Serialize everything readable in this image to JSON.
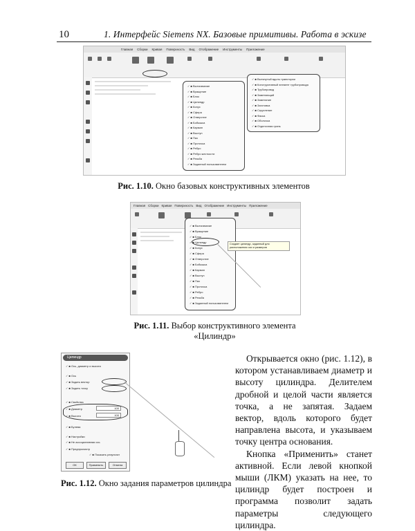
{
  "header": {
    "page_number": "10",
    "running_title": "1. Интерфейс Siemens NX. Базовые примитивы. Работа в эскизе"
  },
  "figures": [
    {
      "id": "fig110",
      "caption_number": "Рис. 1.10.",
      "caption_text": "Окно базовых конструктивных элементов",
      "tabs": [
        "Главная",
        "Сборки",
        "Кривая",
        "Поверхность",
        "Вид",
        "Отображение",
        "Инструменты",
        "Приложение"
      ],
      "menu_left": [
        "Вытягивание",
        "Вращение",
        "Блок",
        "Цилиндр",
        "Конус",
        "Сфера",
        "Отверстие",
        "Бобышка",
        "Карман",
        "Выступ",
        "Паз",
        "Проточка",
        "Ребро",
        "Ребро жесткости",
        "Резьба",
        "Заданный пользователем"
      ],
      "menu_right": [
        "Вытянутый вдоль траектории",
        "Конструктивный элемент трубопровода",
        "Трубопровод",
        "Заметающий",
        "Заметание",
        "Заготовка",
        "Скругление",
        "Фаска",
        "Оболочка",
        "Отделочная грань"
      ]
    },
    {
      "id": "fig111",
      "caption_number": "Рис. 1.11.",
      "caption_text": "Выбор конструктивного элемента",
      "caption_line2": "«Цилиндр»",
      "tabs": [
        "Главная",
        "Сборки",
        "Кривая",
        "Поверхность",
        "Вид",
        "Отображение",
        "Инструменты",
        "Приложение"
      ],
      "menu": [
        "Вытягивание",
        "Вращение",
        "Блок",
        "Цилиндр",
        "Конус",
        "Сфера",
        "Отверстие",
        "Бобышка",
        "Карман",
        "Выступ",
        "Паз",
        "Проточка",
        "Ребро",
        "Резьба",
        "Заданный пользователем"
      ],
      "tooltip": "Создает цилиндр, заданный для расположения оси и размеров"
    },
    {
      "id": "fig112",
      "caption_number": "Рис. 1.12.",
      "caption_text": "Окно задания параметров цилиндра",
      "dialog_title": "Цилиндр",
      "dialog_rows": [
        "Ось, диаметр и высота",
        "Ось",
        "Задать вектор",
        "Задать точку",
        "Свойства",
        "Диаметр",
        "Высота",
        "Булева",
        "Настройки",
        "Не ассоциативная ось",
        "Предпросмотр",
        "Показать результат"
      ],
      "dialog_values": [
        "100",
        "100"
      ],
      "buttons": [
        "ОК",
        "Применить",
        "Отмена"
      ]
    }
  ],
  "body_text": {
    "para1": "Открывается окно (рис. 1.12), в котором устанавливаем диаметр и высоту цилиндра. Делителем дробной и целой части является точка, а не запятая. Задаем вектор, вдоль которого будет направлена высота, и указываем точку центра основания.",
    "para2": "Кнопка «Применить» станет активной. Если левой кнопкой мыши (ЛКМ) указать на нее, то цилиндр будет построен и программа позволит задать параметры следующего цилиндра."
  }
}
